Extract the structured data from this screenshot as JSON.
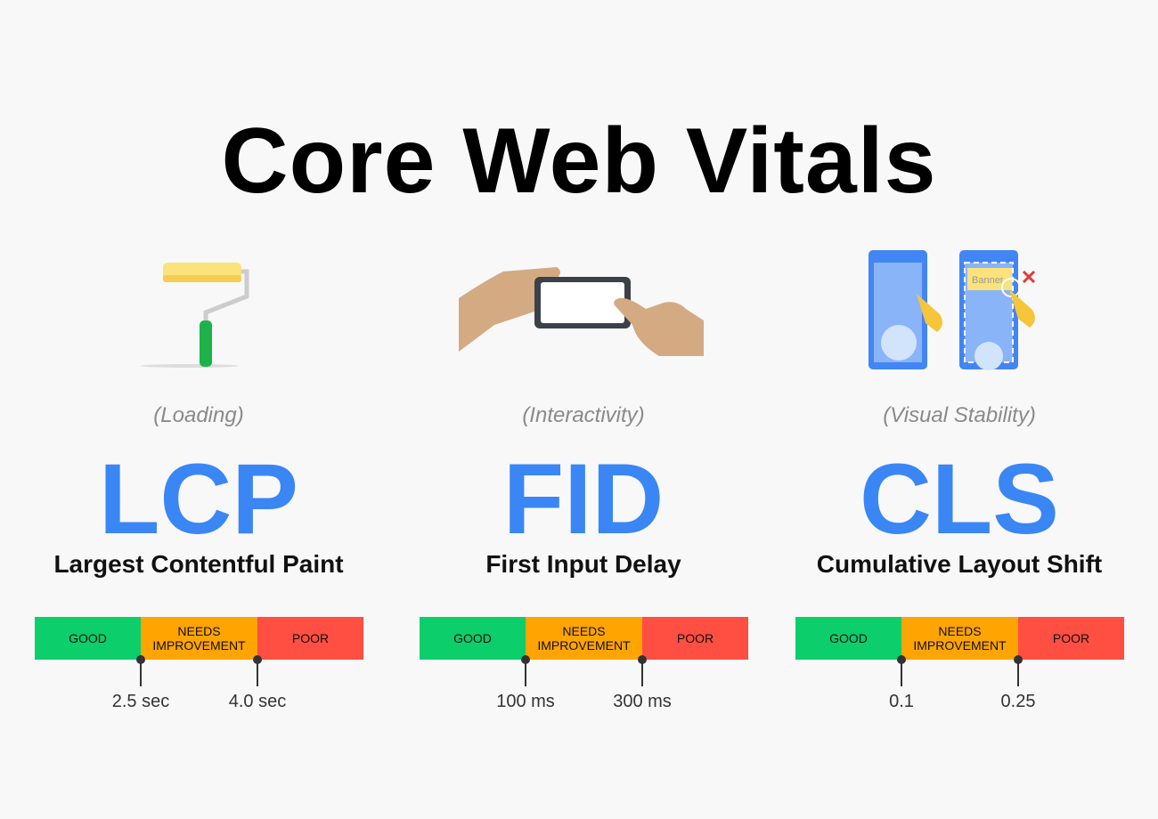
{
  "title": "Core Web Vitals",
  "segments": {
    "good": "GOOD",
    "needs_improvement": "NEEDS IMPROVEMENT",
    "poor": "POOR"
  },
  "metrics": [
    {
      "category": "(Loading)",
      "acronym": "LCP",
      "name": "Largest Contentful Paint",
      "thresholds": [
        "2.5 sec",
        "4.0 sec"
      ]
    },
    {
      "category": "(Interactivity)",
      "acronym": "FID",
      "name": "First Input Delay",
      "thresholds": [
        "100 ms",
        "300 ms"
      ]
    },
    {
      "category": "(Visual Stability)",
      "acronym": "CLS",
      "name": "Cumulative Layout Shift",
      "thresholds": [
        "0.1",
        "0.25"
      ],
      "icon_label": "Banner"
    }
  ],
  "colors": {
    "good": "#0cce6b",
    "needs_improvement": "#ffa400",
    "poor": "#ff4e42",
    "accent": "#3a86f4"
  }
}
